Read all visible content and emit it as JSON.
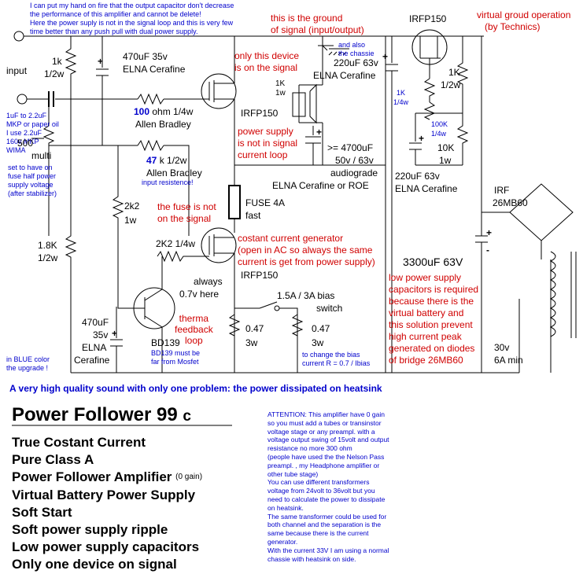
{
  "header_note": [
    "I can put my hand on fire that the output capacitor don't decrease",
    "the performance of this amplifier and cannot be delete!",
    "Here the power suply is not in the signal loop and this is very few",
    "time better than any push pull with dual power supply."
  ],
  "labels": {
    "input": "input",
    "r_1k": "1k",
    "r_1k_w": "1/2w",
    "cap_in": "1uF to 2.2uF",
    "cap_in2": "MKP or paper oil",
    "cap_in3": "I use 2.2uF",
    "cap_in4": "160v MKP",
    "cap_in5": "WIMA",
    "pot": "500",
    "pot2": "multi",
    "pot_note": [
      "set to have on",
      "fuse half power",
      "supply voltage",
      "(after stabilizer)"
    ],
    "r_1k8": "1.8K",
    "r_1k8_w": "1/2w",
    "c_470_top": "470uF 35v",
    "c_470_top2": "ELNA Cerafine",
    "r100_a": "100",
    "r100_b": " ohm 1/4w",
    "r100_c": "Allen Bradley",
    "r47_a": "47",
    "r47_b": " k 1/2w",
    "r47_c": "Allen Bradley",
    "r47_d": "input resistence!",
    "r2k2": "2k2",
    "r2k2_w": "1w",
    "r2k2b": "2K2 1/4w",
    "c470b": "470uF",
    "c470b2": "35v",
    "c470b3": "ELNA",
    "c470b4": "Cerafine",
    "blue_upgrade": [
      "in  BLUE  color",
      " the upgrade !"
    ],
    "bd139": "BD139",
    "bd139_note": [
      "BD139 must be",
      "far from Mosfet"
    ],
    "therma": [
      "therma",
      "feedback",
      "loop"
    ],
    "always": [
      "always",
      "0.7v here"
    ],
    "ground_signal": [
      "this is the ground",
      "of signal (input/output)"
    ],
    "only_device": [
      "only this device",
      "is on the signal"
    ],
    "irfp150_top": "IRFP150",
    "ps_not": [
      "power supply",
      "is not in signal",
      "current loop"
    ],
    "chassis": [
      "and also",
      "the chassie"
    ],
    "c220": "220uF 63v",
    "c220_2": "ELNA Cerafine",
    "r1k1w": "1K",
    "r1k1w2": "1w",
    "c4700": ">= 4700uF",
    "c4700_2": "50v / 63v",
    "c4700_3": "audiograde",
    "c4700_4": "ELNA Cerafine or ROE",
    "fuse": "FUSE 4A",
    "fuse2": "fast",
    "fuse_note": [
      "the fuse is not",
      "on the signal"
    ],
    "ccg": [
      "costant current generator",
      "(open in AC so always the same",
      "current is get from power supply)"
    ],
    "irfp150_mid": "IRFP150",
    "bias_sw": "1.5A / 3A bias",
    "bias_sw2": "switch",
    "r047a": "0.47",
    "r047a2": "3w",
    "r047b": "0.47",
    "r047b2": "3w",
    "bias_note": [
      "to change the bias",
      "current R = 0.7 / Ibias"
    ],
    "irfp150_right": "IRFP150",
    "virtual_gnd": [
      "virtual groud operation",
      "(by Technics)"
    ],
    "r1k_right": "1K",
    "r1k_right2": "1/2w",
    "r1k_q": "1K",
    "r1k_q2": "1/4w",
    "r100k": "100K",
    "r100k2": "1/4w",
    "r10k": "10K",
    "r10k2": "1w",
    "c220b": "220uF 63v",
    "c220b2": "ELNA Cerafine",
    "irf": "IRF",
    "irf2": "26MB60",
    "c3300": "3300uF 63V",
    "lowps": [
      "low power supply",
      "capacitors is required",
      "because there is the",
      "virtual battery and",
      "this solution prevent",
      "high current peak",
      "generated on diodes",
      "of bridge 26MB60"
    ],
    "xfmr": "30v",
    "xfmr2": "6A min",
    "plus": "+",
    "minus": "-"
  },
  "bottom": {
    "quality": "A very high quality sound with only one problem: the power dissipated on heatsink",
    "title_main": "Power Follower 99",
    "title_suffix": "c",
    "features": [
      "True Costant Current",
      "Pure Class A",
      "Power Follower Amplifier",
      "Virtual Battery Power Supply",
      "Soft Start",
      "Soft power supply ripple",
      "Low power supply capacitors",
      "Only one device on signal"
    ],
    "gain_note": "(0 gain)",
    "attention": [
      "ATTENTION: This amplifier have 0 gain",
      "so you must add a tubes or transinstor",
      "voltage stage  or any preampl. with a",
      "voltage output swing of 15volt and output",
      "resistance no more 300 ohm",
      "(people have used the the Nelson Pass",
      "preampl. , my Headphone amplifier or",
      "other tube stage)",
      "You can use different transformers",
      " voltage from 24volt to 36volt but you",
      "need to calculate the power to dissipate",
      "on heatsink.",
      "The same transformer could be used for",
      "both channel and the separation is the",
      "same because there is the current",
      "generator.",
      "With the current 33V I am using a normal",
      "chassie with heatsink on side."
    ]
  },
  "colors": {
    "red": "#d00000",
    "blue": "#0000cc",
    "black": "#000000"
  }
}
